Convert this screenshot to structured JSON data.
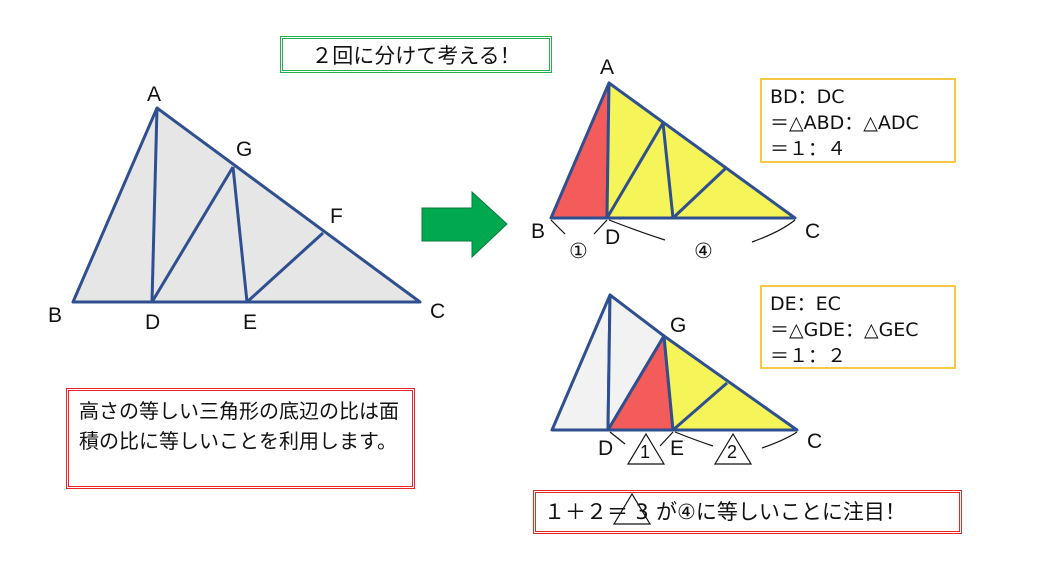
{
  "title_box": "２回に分けて考える！",
  "left_figure": {
    "labels": {
      "A": "A",
      "B": "B",
      "C": "C",
      "D": "D",
      "E": "E",
      "F": "F",
      "G": "G"
    }
  },
  "top_right_figure": {
    "labels": {
      "A": "A",
      "B": "B",
      "C": "C",
      "D": "D"
    },
    "ratio_bd": "①",
    "ratio_dc": "④"
  },
  "bottom_right_figure": {
    "labels": {
      "G": "G",
      "D": "D",
      "E": "E",
      "C": "C"
    },
    "ratio_de": "1",
    "ratio_ec": "2"
  },
  "ratio_box_1": [
    "BD：DC",
    "＝△ABD：△ADC",
    "＝１：４"
  ],
  "ratio_box_2": [
    "DE：EC",
    "＝△GDE：△GEC",
    "＝１：２"
  ],
  "note_box": "高さの等しい三角形の底辺の比は面積の比に等しいことを利用します。",
  "conclusion_box": {
    "before": "１＋２＝",
    "tri_num": "3",
    "after": "が④に等しいことに注目！"
  },
  "colors": {
    "line": "#2f4f8f",
    "fill_gray": "#e6e6e6",
    "fill_light": "#f2f2f2",
    "red": "#f45b5b",
    "yellow": "#f5f55a",
    "arrow": "#00a84f"
  }
}
